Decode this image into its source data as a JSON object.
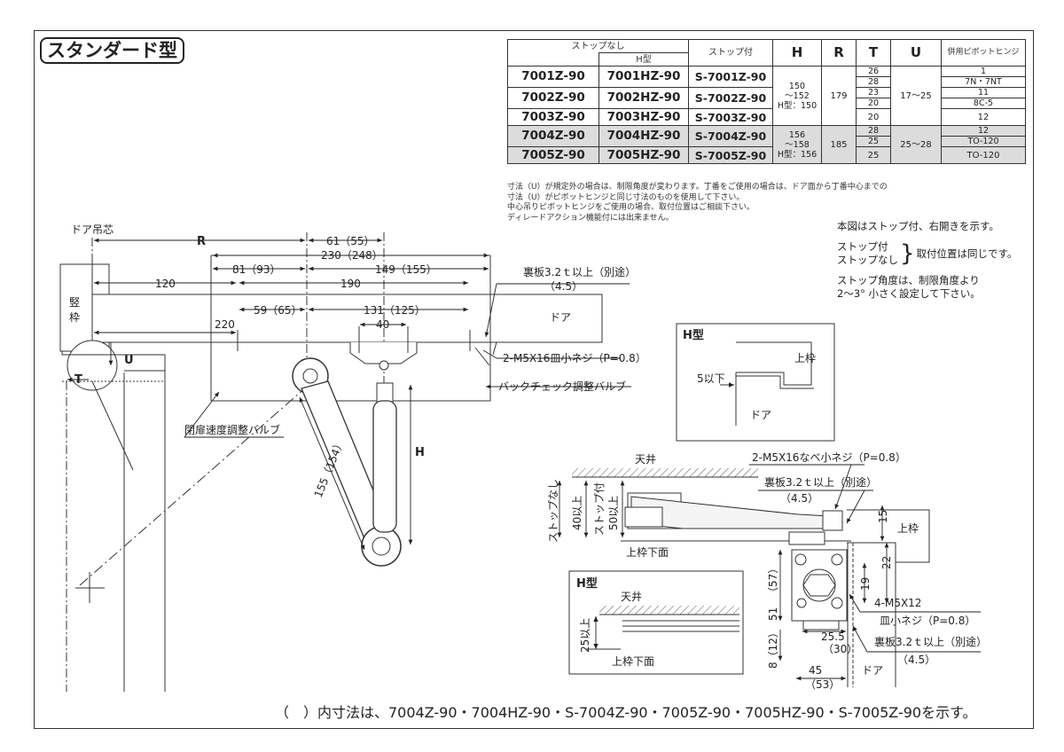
{
  "title": "スタンダード型",
  "table": {
    "header": {
      "no_stop": "ストップなし",
      "h_type": "H型",
      "stop": "ストップ付",
      "H": "H",
      "R": "R",
      "T": "T",
      "U": "U",
      "pivot": "併用ピボットヒンジ"
    },
    "rows": [
      {
        "no_stop": "7001Z-90",
        "h_type": "7001HZ-90",
        "stop": "S-7001Z-90",
        "T": [
          "26",
          "28"
        ],
        "pivot": [
          "1",
          "7N・7NT"
        ]
      },
      {
        "no_stop": "7002Z-90",
        "h_type": "7002HZ-90",
        "stop": "S-7002Z-90",
        "T": [
          "23",
          "20"
        ],
        "pivot": [
          "11",
          "8C-5"
        ]
      },
      {
        "no_stop": "7003Z-90",
        "h_type": "7003HZ-90",
        "stop": "S-7003Z-90",
        "T": [
          "20"
        ],
        "pivot": [
          "12"
        ]
      },
      {
        "no_stop": "7004Z-90",
        "h_type": "7004HZ-90",
        "stop": "S-7004Z-90",
        "T": [
          "28",
          "25"
        ],
        "pivot": [
          "12",
          "TO-120"
        ]
      },
      {
        "no_stop": "7005Z-90",
        "h_type": "7005HZ-90",
        "stop": "S-7005Z-90",
        "T": [
          "25"
        ],
        "pivot": [
          "TO-120"
        ]
      }
    ],
    "group1": {
      "H": [
        "150",
        "～152",
        "H型：150"
      ],
      "R": "179",
      "U": "17～25"
    },
    "group2": {
      "H": [
        "156",
        "～158",
        "H型：156"
      ],
      "R": "185",
      "U": "25～28"
    }
  },
  "notes": [
    "寸法（U）が規定外の場合は、制限角度が変わります。丁番をご使用の場合は、ドア面から丁番中心までの",
    "寸法（U）がピボットヒンジと同じ寸法のものを使用して下さい。",
    "中心吊りピボットヒンジをご使用の場合、取付位置はご相談下さい。",
    "ディレードアクション機能付には出来ません。"
  ],
  "right_notes": {
    "line1": "本図はストップ付、右開きを示す。",
    "stop_with": "ストップ付",
    "stop_without": "ストップなし",
    "same_position": "取付位置は同じです。",
    "angle1": "ストップ角度は、制限角度より",
    "angle2": "2～3° 小さく設定して下さい。"
  },
  "main_labels": {
    "door_pivot": "ドア吊芯",
    "R": "R",
    "d61": "61（55）",
    "d230": "230（248）",
    "d81": "81（93）",
    "d149": "149（155）",
    "d120": "120",
    "d190": "190",
    "backplate": "裏板3.2ｔ以上（別途）",
    "backplate_sub": "（4.5）",
    "frame": "竪枠",
    "d59": "59（65）",
    "d131": "131（125）",
    "d220": "220",
    "d40": "40",
    "door": "ドア",
    "screw": "2-M5X16皿小ネジ（P=0.8）",
    "U": "U",
    "T": "T",
    "backcheck": "バックチェック調整バルブ",
    "speed": "閉扉速度調整バルブ",
    "arm": "155（154）",
    "H": "H"
  },
  "htype_box": {
    "title": "H型",
    "upper_frame": "上枠",
    "dim": "5以下",
    "door": "ドア"
  },
  "side_labels": {
    "ceiling": "天井",
    "screw_top": "2-M5X16なべ小ネジ（P=0.8）",
    "backplate": "裏板3.2ｔ以上（別途）",
    "backplate_sub": "（4.5）",
    "no_stop": "ストップなし",
    "no_stop_dim": "40以上",
    "stop": "ストップ付",
    "stop_dim": "50以上",
    "d15": "15",
    "upper_frame": "上枠",
    "frame_bottom": "上枠下面",
    "d22": "22",
    "d19": "19",
    "d57": "（57）",
    "d51": "51",
    "screw_side1": "4-M5X12",
    "screw_side2": "皿小ネジ（P=0.8）",
    "backplate2": "裏板3.2ｔ以上（別途）",
    "backplate2_sub": "（4.5）",
    "d255": "25.5",
    "d30": "（30）",
    "d8": "8（12）",
    "d45": "45",
    "d53": "（53）",
    "door": "ドア"
  },
  "htype_box2": {
    "title": "H型",
    "ceiling": "天井",
    "dim": "25以上",
    "frame_bottom": "上枠下面"
  },
  "footer": "（　）内寸法は、7004Z-90・7004HZ-90・S-7004Z-90・7005Z-90・7005HZ-90・S-7005Z-90を示す。"
}
